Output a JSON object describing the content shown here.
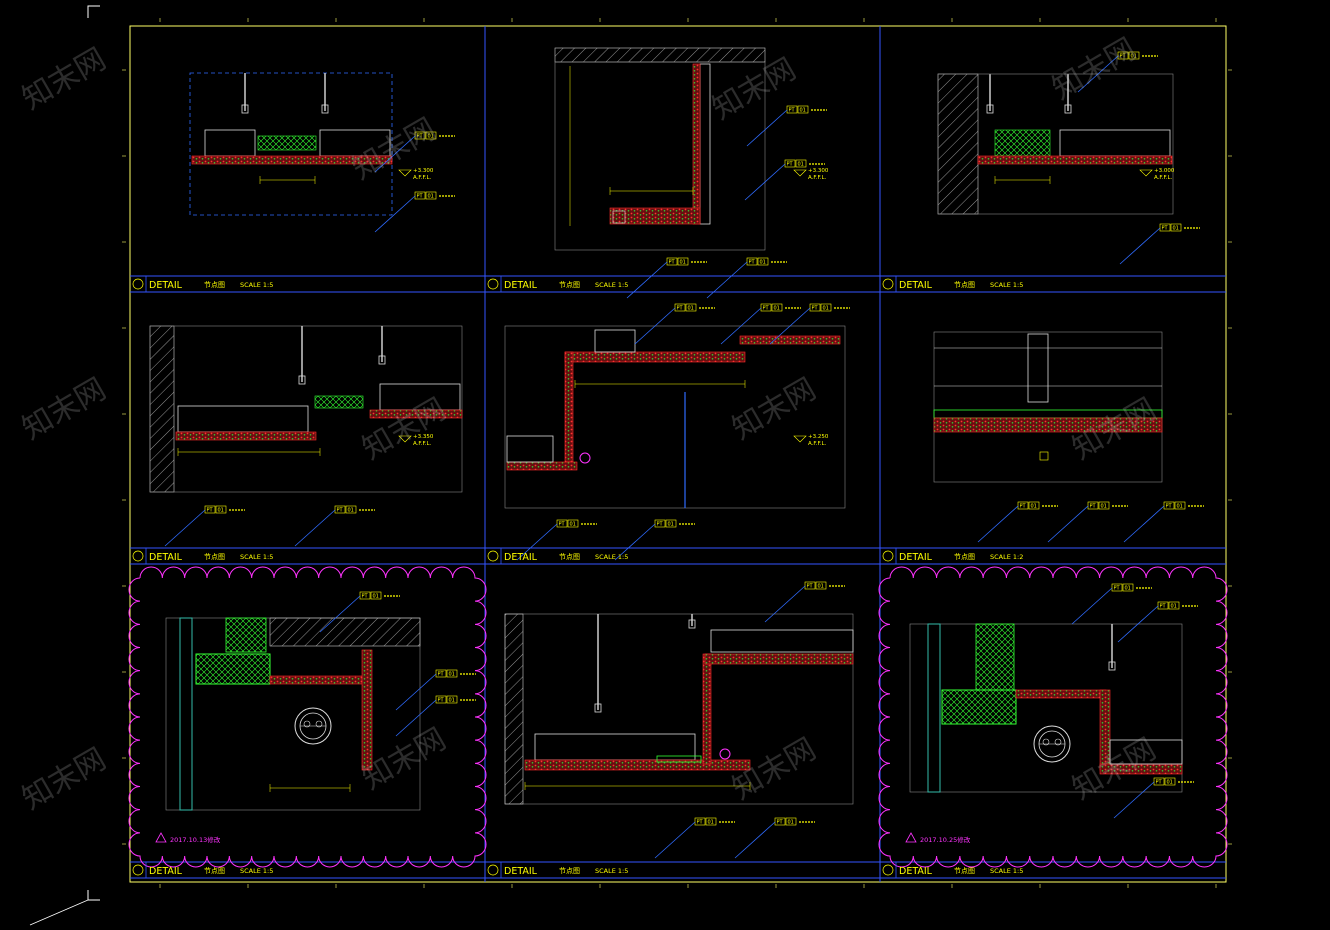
{
  "drawing": {
    "colors": {
      "background": "#000000",
      "frame": "#ffff66",
      "grid": "#3355ff",
      "leader": "#2f6bff",
      "section_outline": "#ffffff",
      "finish_layer": "#ff2a2a",
      "finish_green": "#33ff33",
      "revision_cloud": "#ff33ff",
      "label_text": "#ffff00"
    },
    "watermark": "知末网",
    "rows": [
      {
        "panels": [
          {
            "title": "DETAIL",
            "name": "节点图",
            "scale": "SCALE 1:5",
            "elevation": [
              "+3.300",
              "A.F.F.L."
            ],
            "tags": [
              {
                "code": "PT",
                "num": "01"
              },
              {
                "code": "PT",
                "num": "01"
              }
            ]
          },
          {
            "title": "DETAIL",
            "name": "节点图",
            "scale": "SCALE 1:5",
            "elevation": [
              "+3.300",
              "A.F.F.L."
            ],
            "tags": [
              {
                "code": "PT",
                "num": "01"
              },
              {
                "code": "PT",
                "num": "01"
              },
              {
                "code": "PT",
                "num": "01"
              },
              {
                "code": "PT",
                "num": "01"
              }
            ]
          },
          {
            "title": "DETAIL",
            "name": "节点图",
            "scale": "SCALE 1:5",
            "elevation": [
              "+3.000",
              "A.F.F.L."
            ],
            "tags": [
              {
                "code": "PT",
                "num": "01"
              },
              {
                "code": "PT",
                "num": "01"
              }
            ]
          }
        ]
      },
      {
        "panels": [
          {
            "title": "DETAIL",
            "name": "节点图",
            "scale": "SCALE 1:5",
            "elevation": [
              "+3.350",
              "A.F.F.L."
            ],
            "tags": [
              {
                "code": "PT",
                "num": "01"
              },
              {
                "code": "PT",
                "num": "01"
              }
            ]
          },
          {
            "title": "DETAIL",
            "name": "节点图",
            "scale": "SCALE 1:5",
            "elevation": [
              "+3.250",
              "A.F.F.L."
            ],
            "tags": [
              {
                "code": "PT",
                "num": "01"
              },
              {
                "code": "PT",
                "num": "01"
              },
              {
                "code": "PT",
                "num": "01"
              },
              {
                "code": "PT",
                "num": "01"
              },
              {
                "code": "PT",
                "num": "01"
              }
            ]
          },
          {
            "title": "DETAIL",
            "name": "节点图",
            "scale": "SCALE 1:2",
            "elevation": [],
            "tags": [
              {
                "code": "PT",
                "num": "01"
              },
              {
                "code": "PT",
                "num": "01"
              },
              {
                "code": "PT",
                "num": "01"
              }
            ]
          }
        ]
      },
      {
        "panels": [
          {
            "title": "DETAIL",
            "name": "节点图",
            "scale": "SCALE 1:5",
            "revision": "2017.10.13修改",
            "tags": [
              {
                "code": "PT",
                "num": "01"
              },
              {
                "code": "PT",
                "num": "01"
              },
              {
                "code": "PT",
                "num": "01"
              }
            ]
          },
          {
            "title": "DETAIL",
            "name": "节点图",
            "scale": "SCALE 1:5",
            "tags": [
              {
                "code": "PT",
                "num": "01"
              },
              {
                "code": "PT",
                "num": "01"
              },
              {
                "code": "PT",
                "num": "01"
              }
            ]
          },
          {
            "title": "DETAIL",
            "name": "节点图",
            "scale": "SCALE 1:5",
            "revision": "2017.10.25修改",
            "tags": [
              {
                "code": "PT",
                "num": "01"
              },
              {
                "code": "PT",
                "num": "01"
              },
              {
                "code": "PT",
                "num": "01"
              }
            ]
          }
        ]
      }
    ]
  }
}
